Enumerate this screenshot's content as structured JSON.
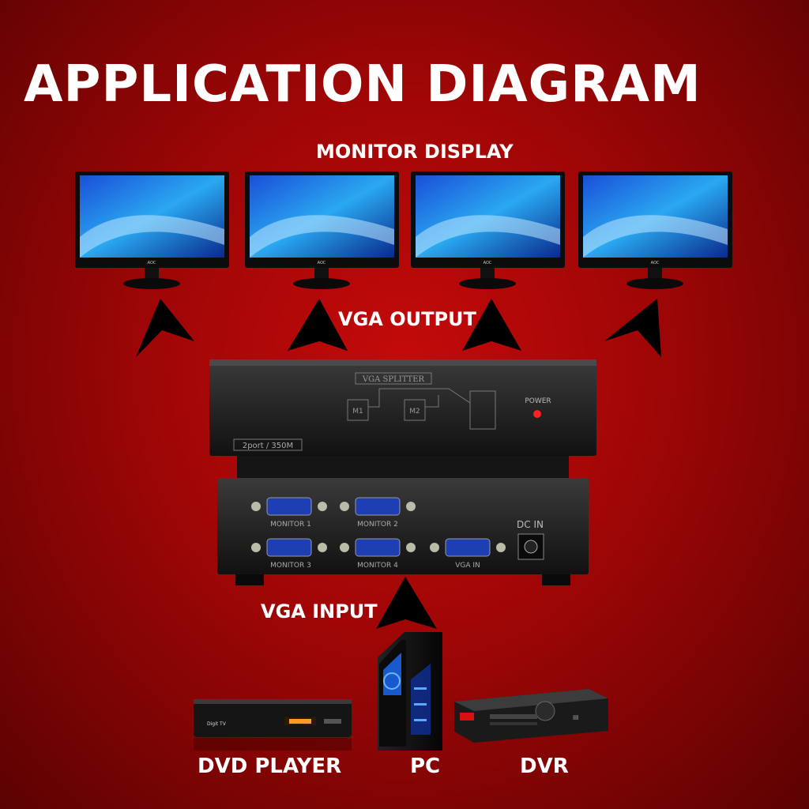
{
  "title": "APPLICATION DIAGRAM",
  "labels": {
    "monitor_display": "MONITOR DISPLAY",
    "vga_output": "VGA OUTPUT",
    "vga_input": "VGA INPUT",
    "dvd_player": "DVD PLAYER",
    "pc": "PC",
    "dvr": "DVR"
  },
  "monitor_brand": "AOC",
  "splitter": {
    "panel_title": "VGA SPLITTER",
    "m1": "M1",
    "m2": "M2",
    "power_label": "POWER",
    "model": "2port / 350M",
    "dc_in": "DC IN",
    "ports": [
      "MONITOR 1",
      "MONITOR 2",
      "MONITOR 3",
      "MONITOR 4",
      "VGA IN"
    ]
  },
  "dvd_brand": "Digit TV",
  "colors": {
    "background": "#a80808",
    "arrow": "#000000",
    "port_blue": "#1d3fb3",
    "power_led": "#ff2020"
  }
}
